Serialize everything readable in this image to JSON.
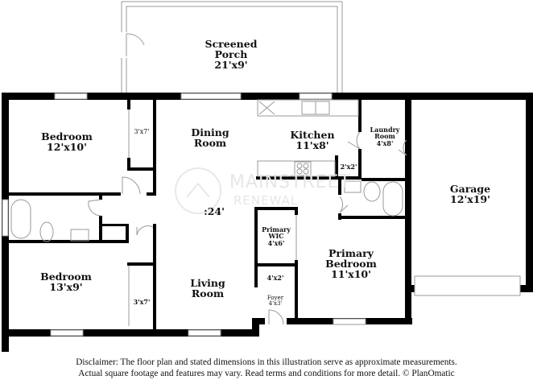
{
  "rooms": {
    "porch": {
      "name_1": "Screened",
      "name_2": "Porch",
      "size": "21'x9'"
    },
    "bedroom_1": {
      "name": "Bedroom",
      "size": "12'x10'"
    },
    "closet_1": {
      "size": "3'x7'"
    },
    "dining": {
      "name_1": "Dining",
      "name_2": "Room"
    },
    "kitchen": {
      "name": "Kitchen",
      "size": "11'x8'"
    },
    "laundry": {
      "name_1": "Laundry",
      "name_2": "Room",
      "size": "4'x8'"
    },
    "pantry": {
      "size": "2'x2'"
    },
    "garage": {
      "name": "Garage",
      "size": "12'x19'"
    },
    "living_dim": {
      "size": ":24'"
    },
    "primary_wic": {
      "name_1": "Primary",
      "name_2": "WIC",
      "size": "4'x6'"
    },
    "primary_bedroom": {
      "name_1": "Primary",
      "name_2": "Bedroom",
      "size": "11'x10'"
    },
    "bedroom_2": {
      "name": "Bedroom",
      "size": "13'x9'"
    },
    "closet_2": {
      "size": "3'x7'"
    },
    "living": {
      "name_1": "Living",
      "name_2": "Room"
    },
    "closet_3": {
      "size": "4'x2'"
    },
    "foyer": {
      "name": "Foyer",
      "size": "4'x3'"
    }
  },
  "watermark": {
    "line_1": "MAINSTREET",
    "line_2": "RENEWAL"
  },
  "disclaimer": {
    "line_1": "Disclaimer: The floor plan and stated dimensions in this illustration serve as approximate measurements.",
    "line_2": "Actual square footage and features may vary. Read terms and conditions for more detail. © PlanOmatic"
  },
  "colors": {
    "wall": "#000000",
    "fixture": "#9a9a9a",
    "watermark": "#e6e6e6"
  }
}
